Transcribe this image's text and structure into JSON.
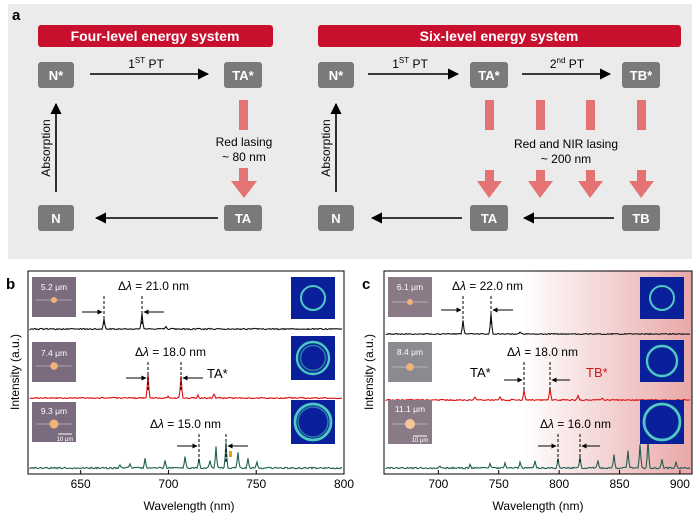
{
  "panel_a": {
    "label": "a",
    "four_level": {
      "title": "Four-level energy system",
      "states": {
        "n_star": "N*",
        "ta_star": "TA*",
        "n": "N",
        "ta": "TA"
      },
      "pt": {
        "main": "1",
        "sup": "ST",
        "rest": " PT"
      },
      "absorption": "Absorption",
      "lasing_line1": "Red lasing",
      "lasing_line2": "~ 80 nm"
    },
    "six_level": {
      "title": "Six-level energy system",
      "states": {
        "n_star": "N*",
        "ta_star": "TA*",
        "tb_star": "TB*",
        "n": "N",
        "ta": "TA",
        "tb": "TB"
      },
      "pt1": {
        "main": "1",
        "sup": "ST",
        "rest": " PT"
      },
      "pt2": {
        "main": "2",
        "sup": "nd",
        "rest": " PT"
      },
      "absorption": "Absorption",
      "lasing_line1": "Red and NIR lasing",
      "lasing_line2": "~ 200 nm"
    }
  },
  "panel_b": {
    "label": "b",
    "ylabel": "Intensity (a.u.)",
    "xlabel": "Wavelength (nm)",
    "xticks": [
      "650",
      "700",
      "750",
      "800"
    ],
    "spectra": [
      {
        "size": "5.2 μm",
        "delta_prefix": "Δ",
        "delta_lambda": "λ",
        "delta_value": " = 21.0 nm"
      },
      {
        "size": "7.4 μm",
        "delta_prefix": "Δ",
        "delta_lambda": "λ",
        "delta_value": " = 18.0 nm",
        "state": "TA*"
      },
      {
        "size": "9.3 μm",
        "delta_prefix": "Δ",
        "delta_lambda": "λ",
        "delta_value": " = 15.0 nm",
        "scale": "10 μm"
      }
    ]
  },
  "panel_c": {
    "label": "c",
    "ylabel": "Intensity (a.u.)",
    "xlabel": "Wavelength (nm)",
    "xticks": [
      "700",
      "750",
      "800",
      "850",
      "900"
    ],
    "spectra": [
      {
        "size": "6.1 μm",
        "delta_prefix": "Δ",
        "delta_lambda": "λ",
        "delta_value": " = 22.0 nm"
      },
      {
        "size": "8.4 μm",
        "delta_prefix": "Δ",
        "delta_lambda": "λ",
        "delta_value": " = 18.0 nm",
        "state_a": "TA*",
        "state_b": "TB*"
      },
      {
        "size": "11.1 μm",
        "delta_prefix": "Δ",
        "delta_lambda": "λ",
        "delta_value": " = 16.0 nm",
        "scale": "10 μm"
      }
    ]
  },
  "colors": {
    "banner": "#c8102e",
    "state_box": "#7a7a7a",
    "lasing_arrow": "#e57373",
    "panel_bg": "#ebebeb",
    "trace_black": "#111111",
    "trace_red": "#e01010",
    "trace_teal": "#1f5e52",
    "ring_bg": "#0a1f9a",
    "ring_color": "#4fc9c4",
    "tb_label": "#d01919"
  }
}
